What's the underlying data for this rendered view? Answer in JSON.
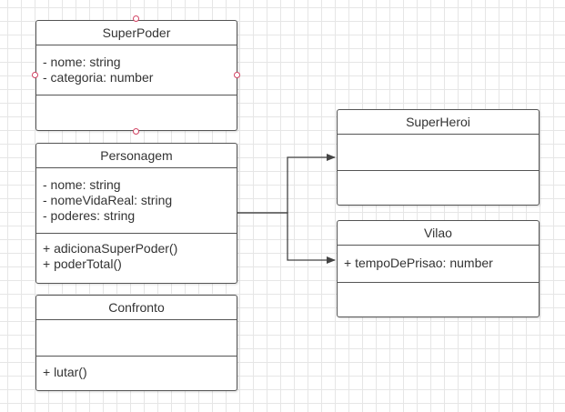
{
  "classes": {
    "superpoder": {
      "name": "SuperPoder",
      "attributes": [
        "- nome: string",
        "- categoria: number"
      ],
      "methods": []
    },
    "personagem": {
      "name": "Personagem",
      "attributes": [
        "- nome: string",
        "- nomeVidaReal: string",
        "- poderes: string"
      ],
      "methods": [
        "+ adicionaSuperPoder()",
        "+ poderTotal()"
      ]
    },
    "confronto": {
      "name": "Confronto",
      "attributes": [],
      "methods": [
        "+ lutar()"
      ]
    },
    "superheroi": {
      "name": "SuperHeroi",
      "attributes": [],
      "methods": []
    },
    "vilao": {
      "name": "Vilao",
      "attributes": [
        "+ tempoDePrisao: number"
      ],
      "methods": []
    }
  },
  "colors": {
    "border": "#555555",
    "grid": "#e6e6e6",
    "selection_handle": "#d24363",
    "connector": "#444444"
  }
}
